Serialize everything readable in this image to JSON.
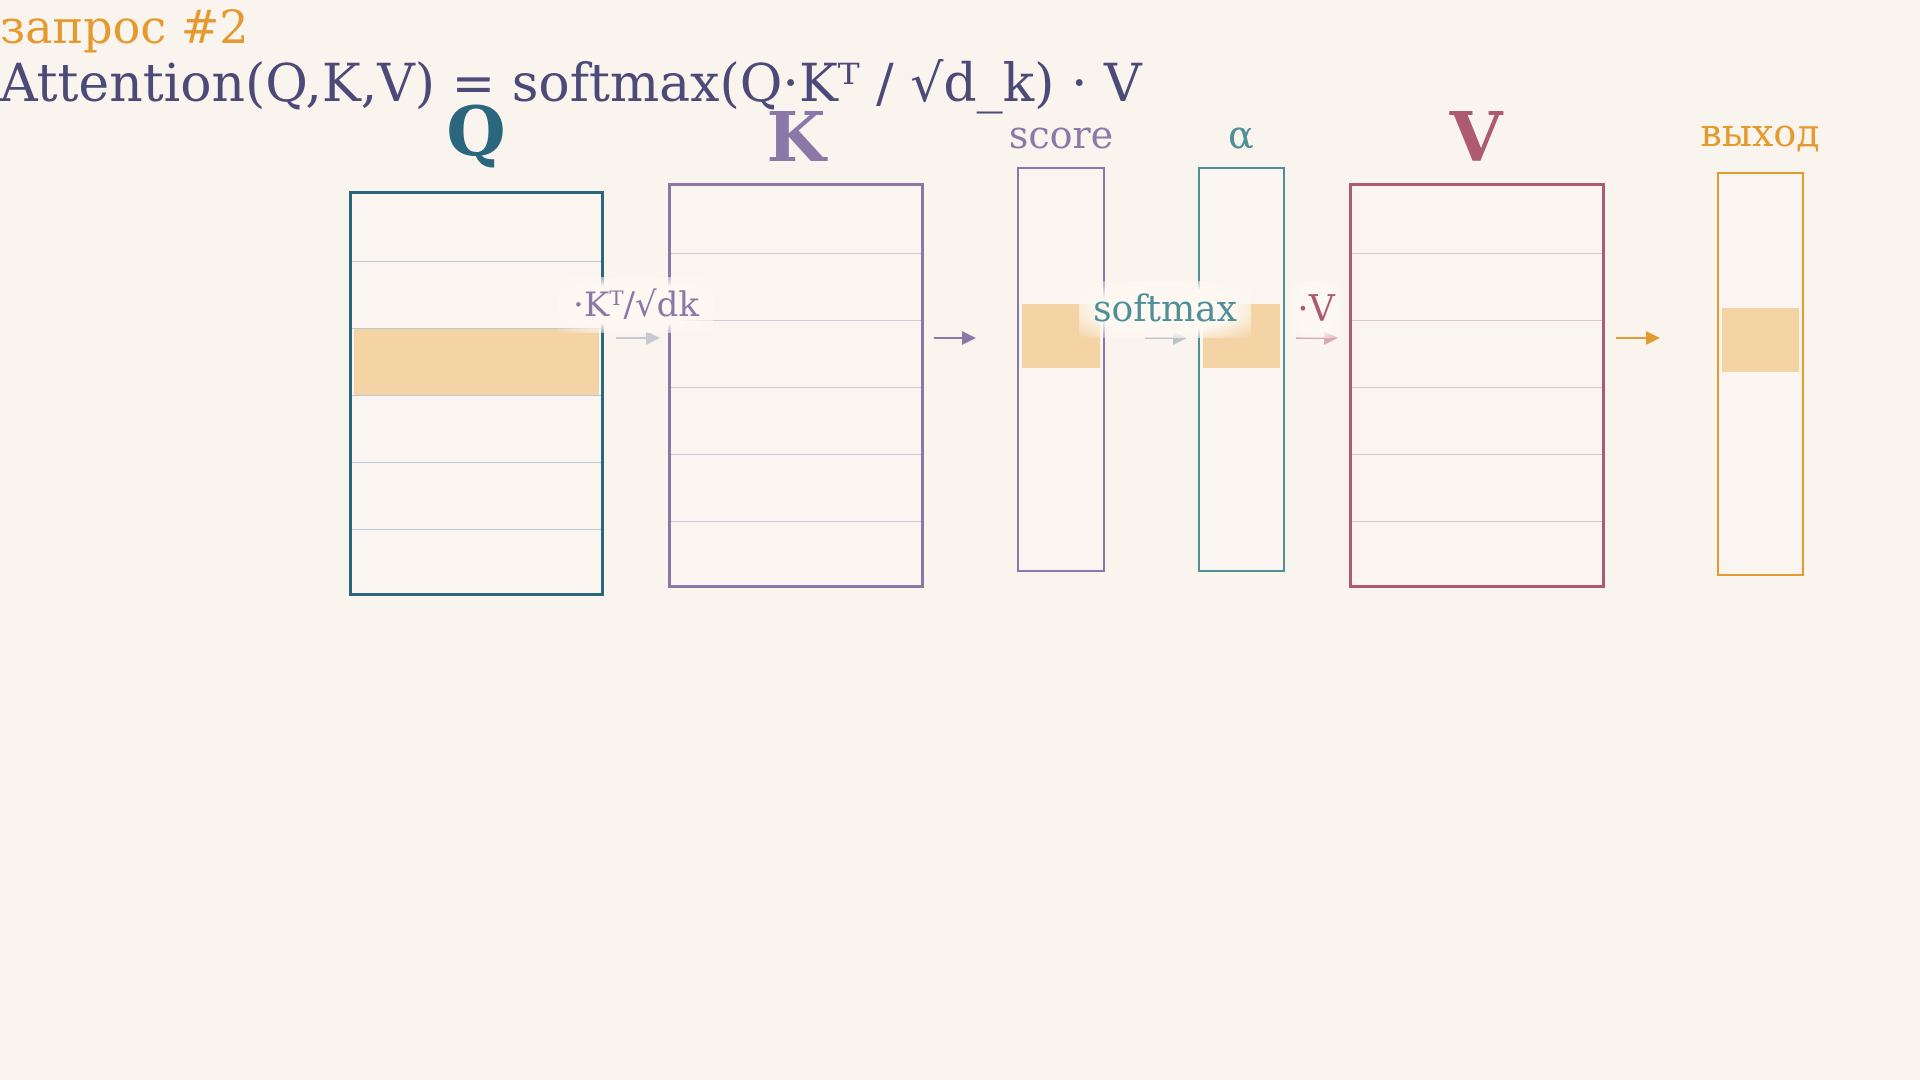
{
  "colors": {
    "background": "#faf4ee",
    "q": "#2a667e",
    "k": "#8c78a8",
    "score": "#8c78a8",
    "alpha": "#4f8f97",
    "v": "#ae5a72",
    "out": "#e49a2f",
    "highlight": "#f4d3a5",
    "formula": "#4b4a78"
  },
  "query_label": "запрос #2",
  "headers": {
    "q": "Q",
    "k": "K",
    "score": "score",
    "alpha": "α",
    "v": "V",
    "out": "выход"
  },
  "operations": {
    "scale": "·Kᵀ/√dk",
    "softmax": "softmax",
    "times_v": "·V"
  },
  "formula": "Attention(Q,K,V) = softmax(Q·Kᵀ / √d_k) · V",
  "highlighted_row": 2
}
